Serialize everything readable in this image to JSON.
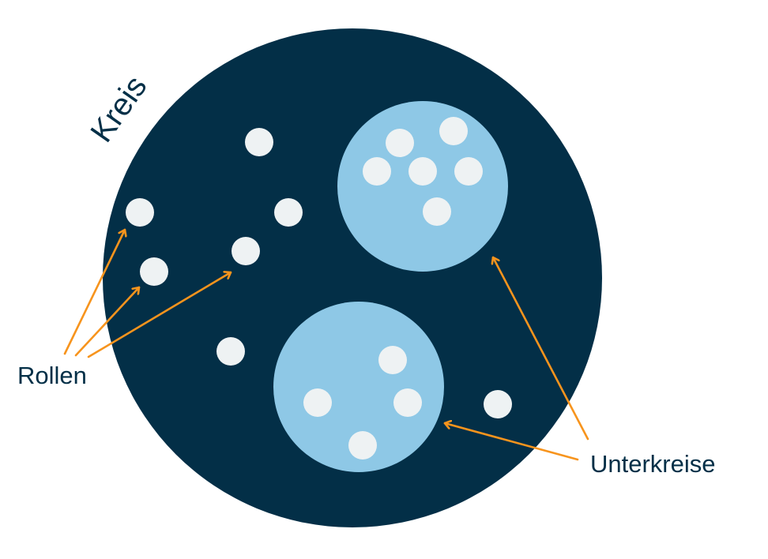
{
  "diagram": {
    "outer_label": "Kreis",
    "roles_label": "Rollen",
    "subcircles_label": "Unterkreise"
  },
  "colors": {
    "outer_circle": "#032f47",
    "subcircle": "#8ec8e6",
    "role_dot": "#eef2f3",
    "arrow": "#f7941d",
    "label_text": "#032f47"
  }
}
